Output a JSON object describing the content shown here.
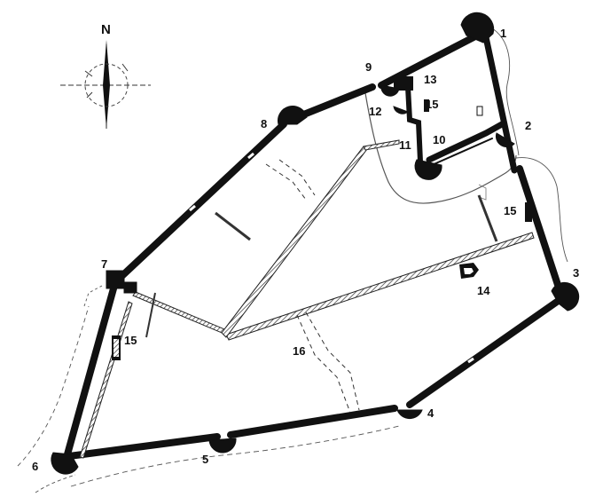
{
  "compass": {
    "label": "N"
  },
  "labels": [
    {
      "id": "tower-1",
      "text": "1"
    },
    {
      "id": "tower-2",
      "text": "2"
    },
    {
      "id": "tower-3",
      "text": "3"
    },
    {
      "id": "tower-4",
      "text": "4"
    },
    {
      "id": "tower-5",
      "text": "5"
    },
    {
      "id": "tower-6",
      "text": "6"
    },
    {
      "id": "tower-7",
      "text": "7"
    },
    {
      "id": "tower-8",
      "text": "8"
    },
    {
      "id": "tower-9",
      "text": "9"
    },
    {
      "id": "feature-10",
      "text": "10"
    },
    {
      "id": "feature-11",
      "text": "11"
    },
    {
      "id": "feature-12",
      "text": "12"
    },
    {
      "id": "feature-13",
      "text": "13"
    },
    {
      "id": "feature-14",
      "text": "14"
    },
    {
      "id": "feature-15a",
      "text": "15"
    },
    {
      "id": "feature-15b",
      "text": "15"
    },
    {
      "id": "feature-15c",
      "text": "15"
    },
    {
      "id": "feature-16",
      "text": "16"
    }
  ],
  "colors": {
    "wall": "#111111",
    "line": "#444444",
    "paper": "#ffffff"
  }
}
